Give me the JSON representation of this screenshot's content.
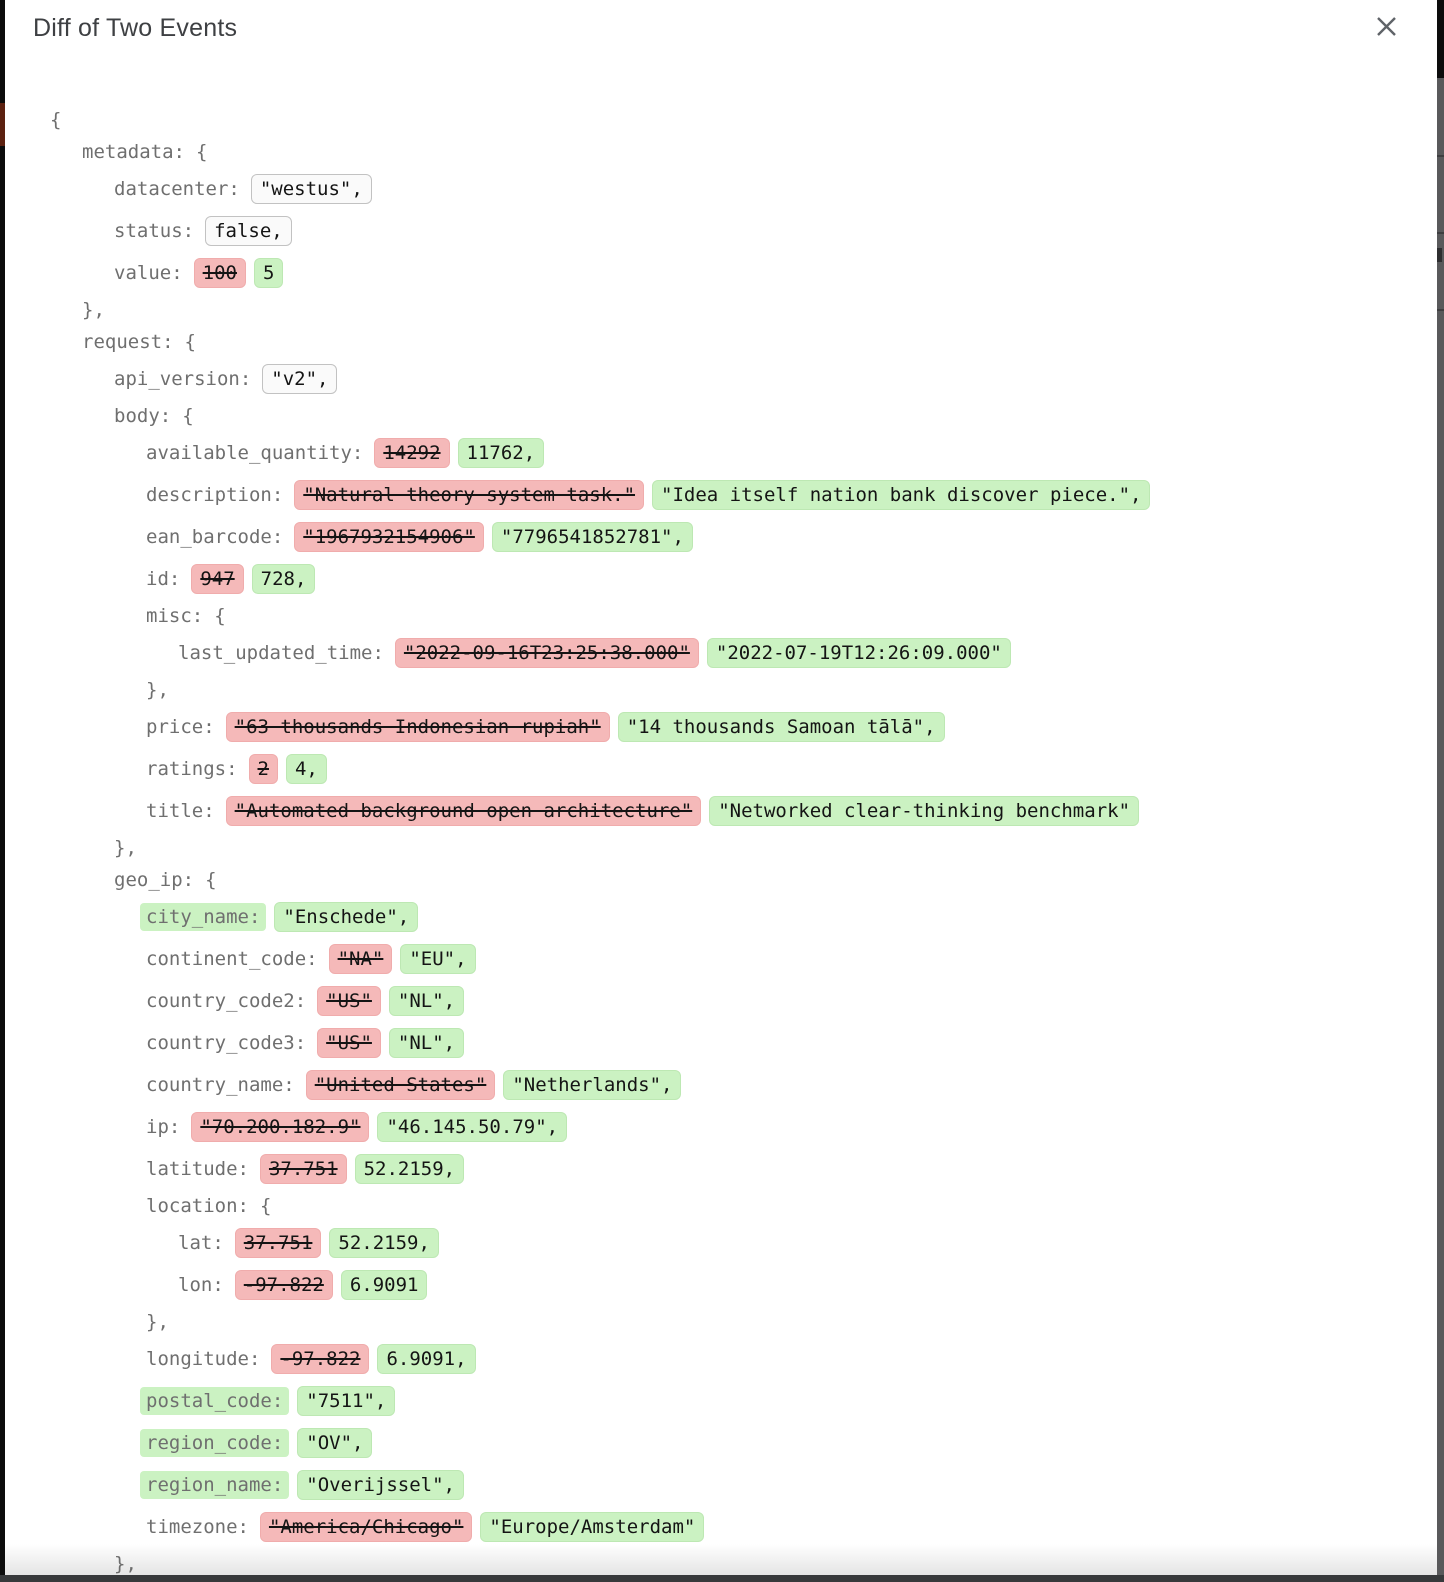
{
  "window": {
    "title": "Diff of Two Events",
    "close_label": "close"
  },
  "colors": {
    "removed_bg": "#f5b9b9",
    "added_bg": "#cbf2c2",
    "unchanged_bg": "#fafafa",
    "key_text": "#6f6f6f",
    "accent_edge": "#5c2110"
  },
  "diff": {
    "rows": [
      {
        "indent": 0,
        "brace": "{"
      },
      {
        "indent": 1,
        "key": "metadata:",
        "brace": "{"
      },
      {
        "indent": 2,
        "key": "datacenter:",
        "chips": [
          {
            "kind": "unchanged",
            "text": "\"westus\","
          }
        ]
      },
      {
        "indent": 2,
        "key": "status:",
        "chips": [
          {
            "kind": "unchanged",
            "text": "false,"
          }
        ]
      },
      {
        "indent": 2,
        "key": "value:",
        "chips": [
          {
            "kind": "removed",
            "text": "100"
          },
          {
            "kind": "added",
            "text": "5"
          }
        ]
      },
      {
        "indent": 1,
        "brace": "},"
      },
      {
        "indent": 1,
        "key": "request:",
        "brace": "{"
      },
      {
        "indent": 2,
        "key": "api_version:",
        "chips": [
          {
            "kind": "unchanged",
            "text": "\"v2\","
          }
        ]
      },
      {
        "indent": 2,
        "key": "body:",
        "brace": "{"
      },
      {
        "indent": 3,
        "key": "available_quantity:",
        "chips": [
          {
            "kind": "removed",
            "text": "14292"
          },
          {
            "kind": "added",
            "text": "11762,"
          }
        ]
      },
      {
        "indent": 3,
        "key": "description:",
        "chips": [
          {
            "kind": "removed",
            "text": "\"Natural theory system task.\""
          },
          {
            "kind": "added",
            "text": "\"Idea itself nation bank discover piece.\","
          }
        ]
      },
      {
        "indent": 3,
        "key": "ean_barcode:",
        "chips": [
          {
            "kind": "removed",
            "text": "\"1967932154906\""
          },
          {
            "kind": "added",
            "text": "\"7796541852781\","
          }
        ]
      },
      {
        "indent": 3,
        "key": "id:",
        "chips": [
          {
            "kind": "removed",
            "text": "947"
          },
          {
            "kind": "added",
            "text": "728,"
          }
        ]
      },
      {
        "indent": 3,
        "key": "misc:",
        "brace": "{"
      },
      {
        "indent": 4,
        "key": "last_updated_time:",
        "chips": [
          {
            "kind": "removed",
            "text": "\"2022-09-16T23:25:38.000\""
          },
          {
            "kind": "added",
            "text": "\"2022-07-19T12:26:09.000\""
          }
        ]
      },
      {
        "indent": 3,
        "brace": "},"
      },
      {
        "indent": 3,
        "key": "price:",
        "chips": [
          {
            "kind": "removed",
            "text": "\"63 thousands Indonesian rupiah\""
          },
          {
            "kind": "added",
            "text": "\"14 thousands Samoan tālā\","
          }
        ]
      },
      {
        "indent": 3,
        "key": "ratings:",
        "chips": [
          {
            "kind": "removed",
            "text": "2"
          },
          {
            "kind": "added",
            "text": "4,"
          }
        ]
      },
      {
        "indent": 3,
        "key": "title:",
        "chips": [
          {
            "kind": "removed",
            "text": "\"Automated background open architecture\""
          },
          {
            "kind": "added",
            "text": "\"Networked clear-thinking benchmark\""
          }
        ]
      },
      {
        "indent": 2,
        "brace": "},"
      },
      {
        "indent": 2,
        "key": "geo_ip:",
        "brace": "{"
      },
      {
        "indent": 3,
        "key": "city_name:",
        "key_added": true,
        "chips": [
          {
            "kind": "added",
            "text": "\"Enschede\","
          }
        ]
      },
      {
        "indent": 3,
        "key": "continent_code:",
        "chips": [
          {
            "kind": "removed",
            "text": "\"NA\""
          },
          {
            "kind": "added",
            "text": "\"EU\","
          }
        ]
      },
      {
        "indent": 3,
        "key": "country_code2:",
        "chips": [
          {
            "kind": "removed",
            "text": "\"US\""
          },
          {
            "kind": "added",
            "text": "\"NL\","
          }
        ]
      },
      {
        "indent": 3,
        "key": "country_code3:",
        "chips": [
          {
            "kind": "removed",
            "text": "\"US\""
          },
          {
            "kind": "added",
            "text": "\"NL\","
          }
        ]
      },
      {
        "indent": 3,
        "key": "country_name:",
        "chips": [
          {
            "kind": "removed",
            "text": "\"United States\""
          },
          {
            "kind": "added",
            "text": "\"Netherlands\","
          }
        ]
      },
      {
        "indent": 3,
        "key": "ip:",
        "chips": [
          {
            "kind": "removed",
            "text": "\"70.200.182.9\""
          },
          {
            "kind": "added",
            "text": "\"46.145.50.79\","
          }
        ]
      },
      {
        "indent": 3,
        "key": "latitude:",
        "chips": [
          {
            "kind": "removed",
            "text": "37.751"
          },
          {
            "kind": "added",
            "text": "52.2159,"
          }
        ]
      },
      {
        "indent": 3,
        "key": "location:",
        "brace": "{"
      },
      {
        "indent": 4,
        "key": "lat:",
        "chips": [
          {
            "kind": "removed",
            "text": "37.751"
          },
          {
            "kind": "added",
            "text": "52.2159,"
          }
        ]
      },
      {
        "indent": 4,
        "key": "lon:",
        "chips": [
          {
            "kind": "removed",
            "text": "-97.822"
          },
          {
            "kind": "added",
            "text": "6.9091"
          }
        ]
      },
      {
        "indent": 3,
        "brace": "},"
      },
      {
        "indent": 3,
        "key": "longitude:",
        "chips": [
          {
            "kind": "removed",
            "text": "-97.822"
          },
          {
            "kind": "added",
            "text": "6.9091,"
          }
        ]
      },
      {
        "indent": 3,
        "key": "postal_code:",
        "key_added": true,
        "chips": [
          {
            "kind": "added",
            "text": "\"7511\","
          }
        ]
      },
      {
        "indent": 3,
        "key": "region_code:",
        "key_added": true,
        "chips": [
          {
            "kind": "added",
            "text": "\"OV\","
          }
        ]
      },
      {
        "indent": 3,
        "key": "region_name:",
        "key_added": true,
        "chips": [
          {
            "kind": "added",
            "text": "\"Overijssel\","
          }
        ]
      },
      {
        "indent": 3,
        "key": "timezone:",
        "chips": [
          {
            "kind": "removed",
            "text": "\"America/Chicago\""
          },
          {
            "kind": "added",
            "text": "\"Europe/Amsterdam\""
          }
        ]
      },
      {
        "indent": 2,
        "brace": "},"
      }
    ]
  }
}
